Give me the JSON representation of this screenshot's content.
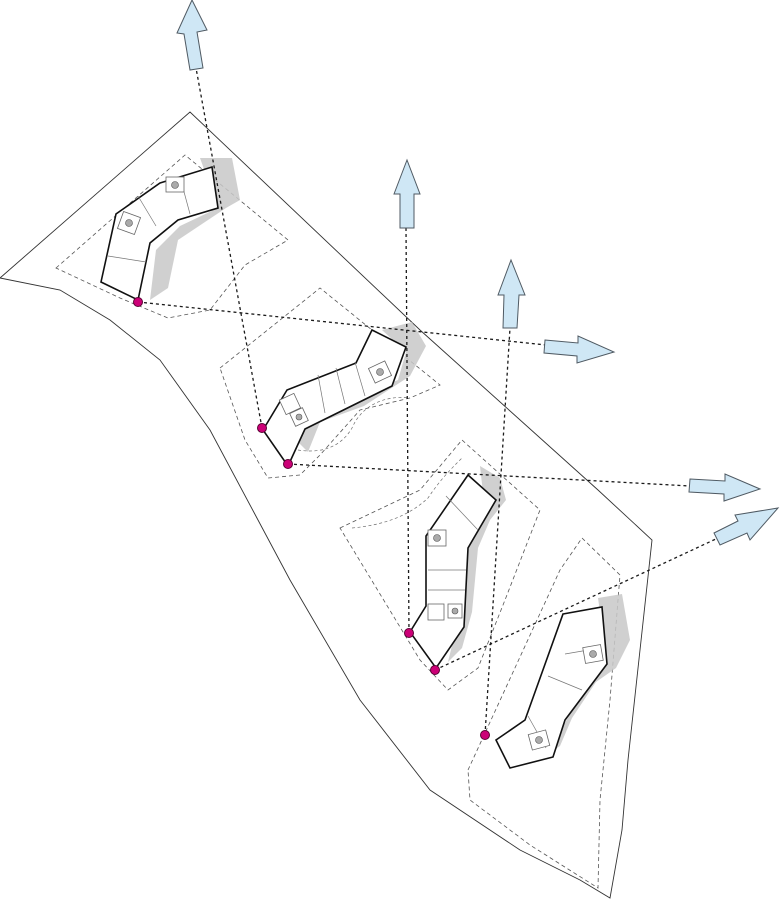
{
  "diagram": {
    "kind": "site plan view-axis diagram",
    "colors": {
      "site_outline": "#333333",
      "zone_outline": "#555555",
      "building_outline": "#111111",
      "shadow": "#c8c8c8",
      "view_line": "#1a1a1a",
      "view_arrow_fill": "#cfe7f5",
      "view_point": "#cc0077"
    },
    "building_count": 4,
    "view_point_count": 6,
    "view_arrow_count": 6,
    "icons": [
      "view-direction-arrow-icon",
      "view-point-marker-icon"
    ]
  }
}
